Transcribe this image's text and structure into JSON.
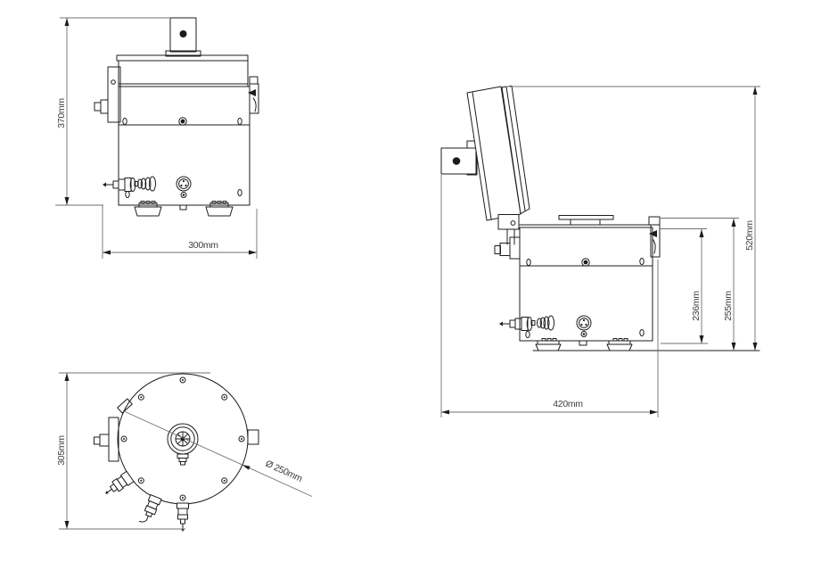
{
  "colors": {
    "background": "#ffffff",
    "line": "#1c1c1c",
    "dimension": "#707070",
    "text": "#3d3d3d"
  },
  "views": {
    "front": {
      "height_label": "370mm",
      "width_label": "300mm"
    },
    "plan": {
      "height_label": "305mm",
      "diameter_label": "Ø 250mm"
    },
    "side": {
      "width_label": "420mm",
      "overall_height_label": "520mm",
      "deck_height_label": "255mm",
      "body_height_label": "236mm"
    }
  }
}
